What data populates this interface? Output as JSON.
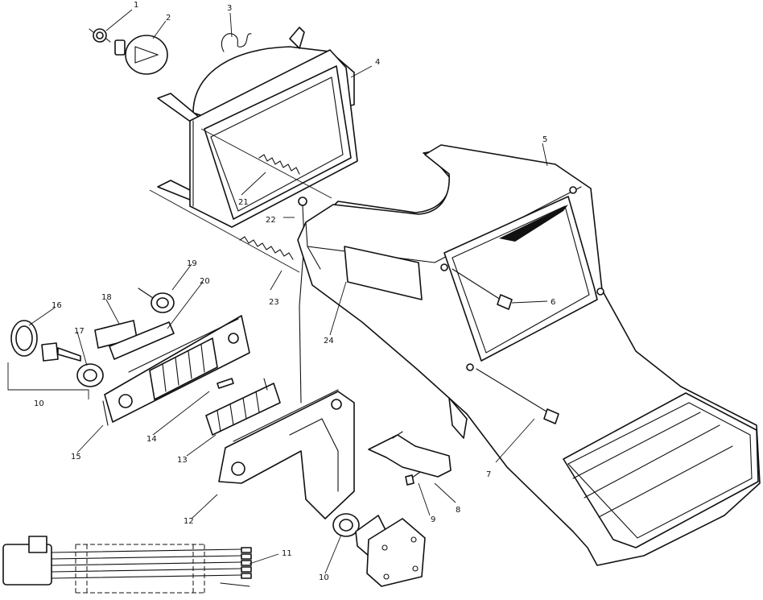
{
  "callouts": [
    {
      "key": "c1",
      "label": "1"
    },
    {
      "key": "c2",
      "label": "2"
    },
    {
      "key": "c3",
      "label": "3"
    },
    {
      "key": "c4",
      "label": "4"
    },
    {
      "key": "c5",
      "label": "5"
    },
    {
      "key": "c6",
      "label": "6"
    },
    {
      "key": "c7",
      "label": "7"
    },
    {
      "key": "c8",
      "label": "8"
    },
    {
      "key": "c9",
      "label": "9"
    },
    {
      "key": "c10a",
      "label": "10"
    },
    {
      "key": "c10b",
      "label": "10"
    },
    {
      "key": "c11",
      "label": "11"
    },
    {
      "key": "c12",
      "label": "12"
    },
    {
      "key": "c13",
      "label": "13"
    },
    {
      "key": "c14",
      "label": "14"
    },
    {
      "key": "c15",
      "label": "15"
    },
    {
      "key": "c16",
      "label": "16"
    },
    {
      "key": "c17",
      "label": "17"
    },
    {
      "key": "c18",
      "label": "18"
    },
    {
      "key": "c19",
      "label": "19"
    },
    {
      "key": "c20",
      "label": "20"
    },
    {
      "key": "c21",
      "label": "21"
    },
    {
      "key": "c22",
      "label": "22"
    },
    {
      "key": "c23",
      "label": "23"
    },
    {
      "key": "c24",
      "label": "24"
    }
  ]
}
